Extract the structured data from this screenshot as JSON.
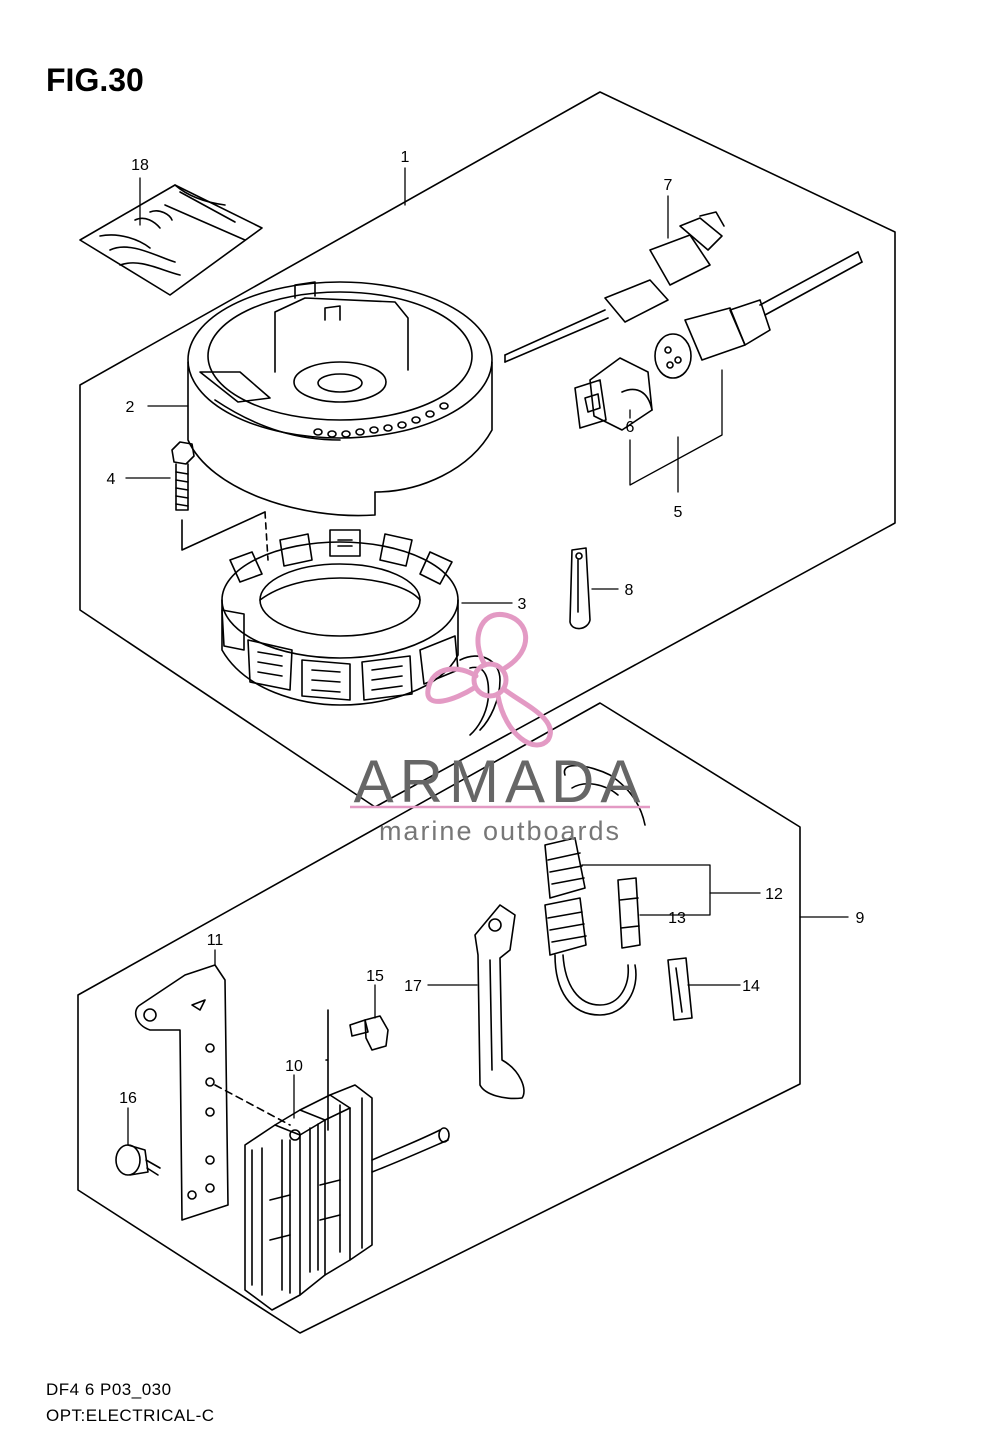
{
  "figure": {
    "title": "FIG.30"
  },
  "footer": {
    "code": "DF4 6 P03_030",
    "name": "OPT:ELECTRICAL-C"
  },
  "watermark": {
    "brand": "ARMADA",
    "tagline": "marine outboards",
    "color": "#e39ac4"
  },
  "callouts": [
    {
      "id": "1",
      "label": "1"
    },
    {
      "id": "2",
      "label": "2"
    },
    {
      "id": "3",
      "label": "3"
    },
    {
      "id": "4",
      "label": "4"
    },
    {
      "id": "5",
      "label": "5"
    },
    {
      "id": "6",
      "label": "6"
    },
    {
      "id": "7",
      "label": "7"
    },
    {
      "id": "8",
      "label": "8"
    },
    {
      "id": "9",
      "label": "9"
    },
    {
      "id": "10",
      "label": "10"
    },
    {
      "id": "11",
      "label": "11"
    },
    {
      "id": "12",
      "label": "12"
    },
    {
      "id": "13",
      "label": "13"
    },
    {
      "id": "14",
      "label": "14"
    },
    {
      "id": "15",
      "label": "15"
    },
    {
      "id": "16",
      "label": "16"
    },
    {
      "id": "17",
      "label": "17"
    },
    {
      "id": "18",
      "label": "18"
    }
  ]
}
